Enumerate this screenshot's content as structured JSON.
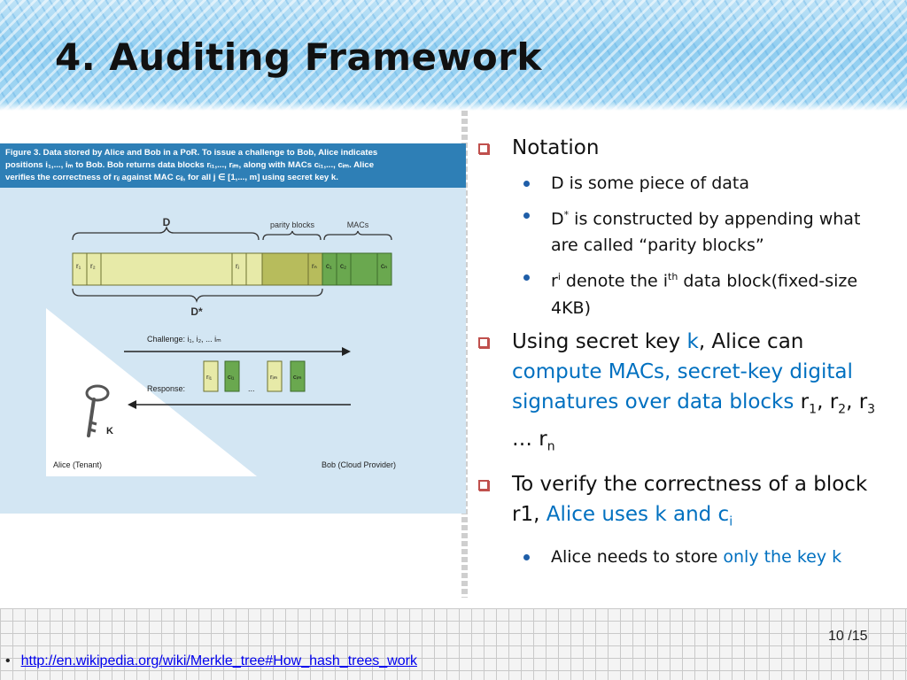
{
  "slide": {
    "title": "4. Auditing Framework",
    "page_current": "10",
    "page_sep": " /",
    "page_total": "15",
    "reference_bullet": "•",
    "reference_link": "http://en.wikipedia.org/wiki/Merkle_tree#How_hash_trees_work"
  },
  "figure": {
    "caption_lines": [
      "Figure 3. Data stored by Alice and Bob in a PoR. To issue a challenge to Bob, Alice indicates",
      "positions i₁,..., iₘ to Bob. Bob returns data blocks rᵢ₁,..., rᵢₘ, along with MACs cᵢ₁,..., cᵢₘ. Alice",
      "verifies the correctness of rᵢⱼ against MAC cᵢⱼ, for all j ∈ [1,..., m] using secret key k."
    ],
    "label_D": "D",
    "label_parity": "parity blocks",
    "label_macs": "MACs",
    "label_Dstar": "D*",
    "block_r1": "r₁",
    "block_r2": "r₂",
    "block_rj": "rⱼ",
    "block_rn": "rₙ",
    "block_c1": "c₁",
    "block_c2": "c₂",
    "block_cn": "cₙ",
    "challenge_label": "Challenge: i₁, i₂, ... iₘ",
    "response_label": "Response:",
    "resp_ri1": "rᵢ₁",
    "resp_ci1": "cᵢ₁",
    "resp_dots": "...",
    "resp_rim": "rᵢₘ",
    "resp_cim": "cᵢₘ",
    "key_label": "K",
    "alice_label": "Alice (Tenant)",
    "bob_label": "Bob (Cloud Provider)"
  },
  "content": {
    "notation": "Notation",
    "sub1": "D is some piece of data",
    "sub2_pre": "D",
    "sub2_sup": "*",
    "sub2_post": " is constructed by appending what are called “parity blocks”",
    "sub3_a": "r",
    "sub3_sup1": "i",
    "sub3_b": " denote the i",
    "sub3_sup2": "th",
    "sub3_c": " data block(fixed-size 4KB)",
    "p2_a": "Using secret key ",
    "p2_k": "k",
    "p2_b": ", Alice can ",
    "p2_blue": "compute MACs, secret-key digital signatures over data blocks",
    "p2_r": " r",
    "p2_s1": "1",
    "p2_c1": ", r",
    "p2_s2": "2",
    "p2_c2": ", r",
    "p2_s3": "3",
    "p2_dots": " … r",
    "p2_sn": "n",
    "p3_a": "To verify the correctness of a block r1, ",
    "p3_blue": "Alice uses k and c",
    "p3_sub": "i",
    "sub4_a": "Alice needs to store ",
    "sub4_blue": "only the key k"
  },
  "colors": {
    "caption_bg": "#2e7fb6",
    "figure_bg": "#d3e6f3",
    "data_block": "#e7eaa8",
    "parity_block": "#b7bc5c",
    "mac_block": "#6aa84f",
    "accent_blue": "#0070c0",
    "bullet_red": "#c0504d"
  }
}
